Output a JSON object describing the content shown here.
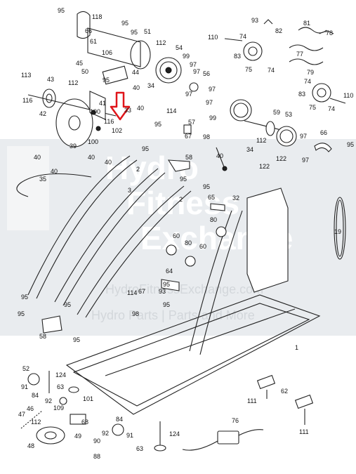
{
  "watermark": {
    "line1": "Hydro",
    "line2": "Fitness",
    "line3": "Exchange",
    "tagline": "HydroFitnessExchange.com",
    "sub": "Hydro Parts | Parts and More"
  },
  "highlight": {
    "arrow_color": "#e0151a"
  },
  "labels": [
    {
      "id": "95a",
      "text": "95"
    },
    {
      "id": "118",
      "text": "118"
    },
    {
      "id": "66a",
      "text": "66"
    },
    {
      "id": "61",
      "text": "61"
    },
    {
      "id": "95b",
      "text": "95"
    },
    {
      "id": "95c",
      "text": "95"
    },
    {
      "id": "51",
      "text": "51"
    },
    {
      "id": "106",
      "text": "106"
    },
    {
      "id": "112a",
      "text": "112"
    },
    {
      "id": "45",
      "text": "45"
    },
    {
      "id": "50",
      "text": "50"
    },
    {
      "id": "44",
      "text": "44"
    },
    {
      "id": "54",
      "text": "54"
    },
    {
      "id": "99a",
      "text": "99"
    },
    {
      "id": "97a",
      "text": "97"
    },
    {
      "id": "97b",
      "text": "97"
    },
    {
      "id": "97c",
      "text": "97"
    },
    {
      "id": "34a",
      "text": "34"
    },
    {
      "id": "95d",
      "text": "95"
    },
    {
      "id": "112b",
      "text": "112"
    },
    {
      "id": "40a",
      "text": "40"
    },
    {
      "id": "40b",
      "text": "40"
    },
    {
      "id": "113",
      "text": "113"
    },
    {
      "id": "43",
      "text": "43"
    },
    {
      "id": "116a",
      "text": "116"
    },
    {
      "id": "42",
      "text": "42"
    },
    {
      "id": "41",
      "text": "41"
    },
    {
      "id": "33",
      "text": "33"
    },
    {
      "id": "100a",
      "text": "100"
    },
    {
      "id": "116b",
      "text": "116"
    },
    {
      "id": "102",
      "text": "102"
    },
    {
      "id": "39",
      "text": "39"
    },
    {
      "id": "100b",
      "text": "100"
    },
    {
      "id": "93",
      "text": "93"
    },
    {
      "id": "82",
      "text": "82"
    },
    {
      "id": "110a",
      "text": "110"
    },
    {
      "id": "74a",
      "text": "74"
    },
    {
      "id": "83a",
      "text": "83"
    },
    {
      "id": "75a",
      "text": "75"
    },
    {
      "id": "74b",
      "text": "74"
    },
    {
      "id": "81",
      "text": "81"
    },
    {
      "id": "78",
      "text": "78"
    },
    {
      "id": "77",
      "text": "77"
    },
    {
      "id": "79",
      "text": "79"
    },
    {
      "id": "74c",
      "text": "74"
    },
    {
      "id": "83b",
      "text": "83"
    },
    {
      "id": "75b",
      "text": "75"
    },
    {
      "id": "74d",
      "text": "74"
    },
    {
      "id": "110b",
      "text": "110"
    },
    {
      "id": "56",
      "text": "56"
    },
    {
      "id": "97d",
      "text": "97"
    },
    {
      "id": "97e",
      "text": "97"
    },
    {
      "id": "99b",
      "text": "99"
    },
    {
      "id": "114a",
      "text": "114"
    },
    {
      "id": "95e",
      "text": "95"
    },
    {
      "id": "57",
      "text": "57"
    },
    {
      "id": "67a",
      "text": "67"
    },
    {
      "id": "98a",
      "text": "98"
    },
    {
      "id": "59",
      "text": "59"
    },
    {
      "id": "53",
      "text": "53"
    },
    {
      "id": "112c",
      "text": "112"
    },
    {
      "id": "34b",
      "text": "34"
    },
    {
      "id": "66b",
      "text": "66"
    },
    {
      "id": "97f",
      "text": "97"
    },
    {
      "id": "97g",
      "text": "97"
    },
    {
      "id": "95f",
      "text": "95"
    },
    {
      "id": "40c",
      "text": "40"
    },
    {
      "id": "40d",
      "text": "40"
    },
    {
      "id": "40e",
      "text": "40"
    },
    {
      "id": "40f",
      "text": "40"
    },
    {
      "id": "40g",
      "text": "40"
    },
    {
      "id": "35",
      "text": "35"
    },
    {
      "id": "95g",
      "text": "95"
    },
    {
      "id": "58a",
      "text": "58"
    },
    {
      "id": "95h",
      "text": "95"
    },
    {
      "id": "2a",
      "text": "2"
    },
    {
      "id": "95i",
      "text": "95"
    },
    {
      "id": "3",
      "text": "3"
    },
    {
      "id": "2b",
      "text": "2"
    },
    {
      "id": "122a",
      "text": "122"
    },
    {
      "id": "122b",
      "text": "122"
    },
    {
      "id": "32",
      "text": "32"
    },
    {
      "id": "65",
      "text": "65"
    },
    {
      "id": "19",
      "text": "19"
    },
    {
      "id": "80a",
      "text": "80"
    },
    {
      "id": "60a",
      "text": "60"
    },
    {
      "id": "80b",
      "text": "80"
    },
    {
      "id": "60b",
      "text": "60"
    },
    {
      "id": "64",
      "text": "64"
    },
    {
      "id": "93b",
      "text": "93"
    },
    {
      "id": "114b",
      "text": "114"
    },
    {
      "id": "67b",
      "text": "67"
    },
    {
      "id": "95j",
      "text": "95"
    },
    {
      "id": "98b",
      "text": "98"
    },
    {
      "id": "95k",
      "text": "95"
    },
    {
      "id": "95l",
      "text": "95"
    },
    {
      "id": "95m",
      "text": "95"
    },
    {
      "id": "95n",
      "text": "95"
    },
    {
      "id": "58b",
      "text": "58"
    },
    {
      "id": "95o",
      "text": "95"
    },
    {
      "id": "1",
      "text": "1"
    },
    {
      "id": "52",
      "text": "52"
    },
    {
      "id": "124a",
      "text": "124"
    },
    {
      "id": "91a",
      "text": "91"
    },
    {
      "id": "63a",
      "text": "63"
    },
    {
      "id": "84a",
      "text": "84"
    },
    {
      "id": "92a",
      "text": "92"
    },
    {
      "id": "101",
      "text": "101"
    },
    {
      "id": "109",
      "text": "109"
    },
    {
      "id": "46",
      "text": "46"
    },
    {
      "id": "47",
      "text": "47"
    },
    {
      "id": "68",
      "text": "68"
    },
    {
      "id": "84b",
      "text": "84"
    },
    {
      "id": "92b",
      "text": "92"
    },
    {
      "id": "91b",
      "text": "91"
    },
    {
      "id": "112d",
      "text": "112"
    },
    {
      "id": "48",
      "text": "48"
    },
    {
      "id": "49",
      "text": "49"
    },
    {
      "id": "90",
      "text": "90"
    },
    {
      "id": "88",
      "text": "88"
    },
    {
      "id": "124b",
      "text": "124"
    },
    {
      "id": "63b",
      "text": "63"
    },
    {
      "id": "76",
      "text": "76"
    },
    {
      "id": "62",
      "text": "62"
    },
    {
      "id": "111a",
      "text": "111"
    },
    {
      "id": "111b",
      "text": "111"
    }
  ]
}
